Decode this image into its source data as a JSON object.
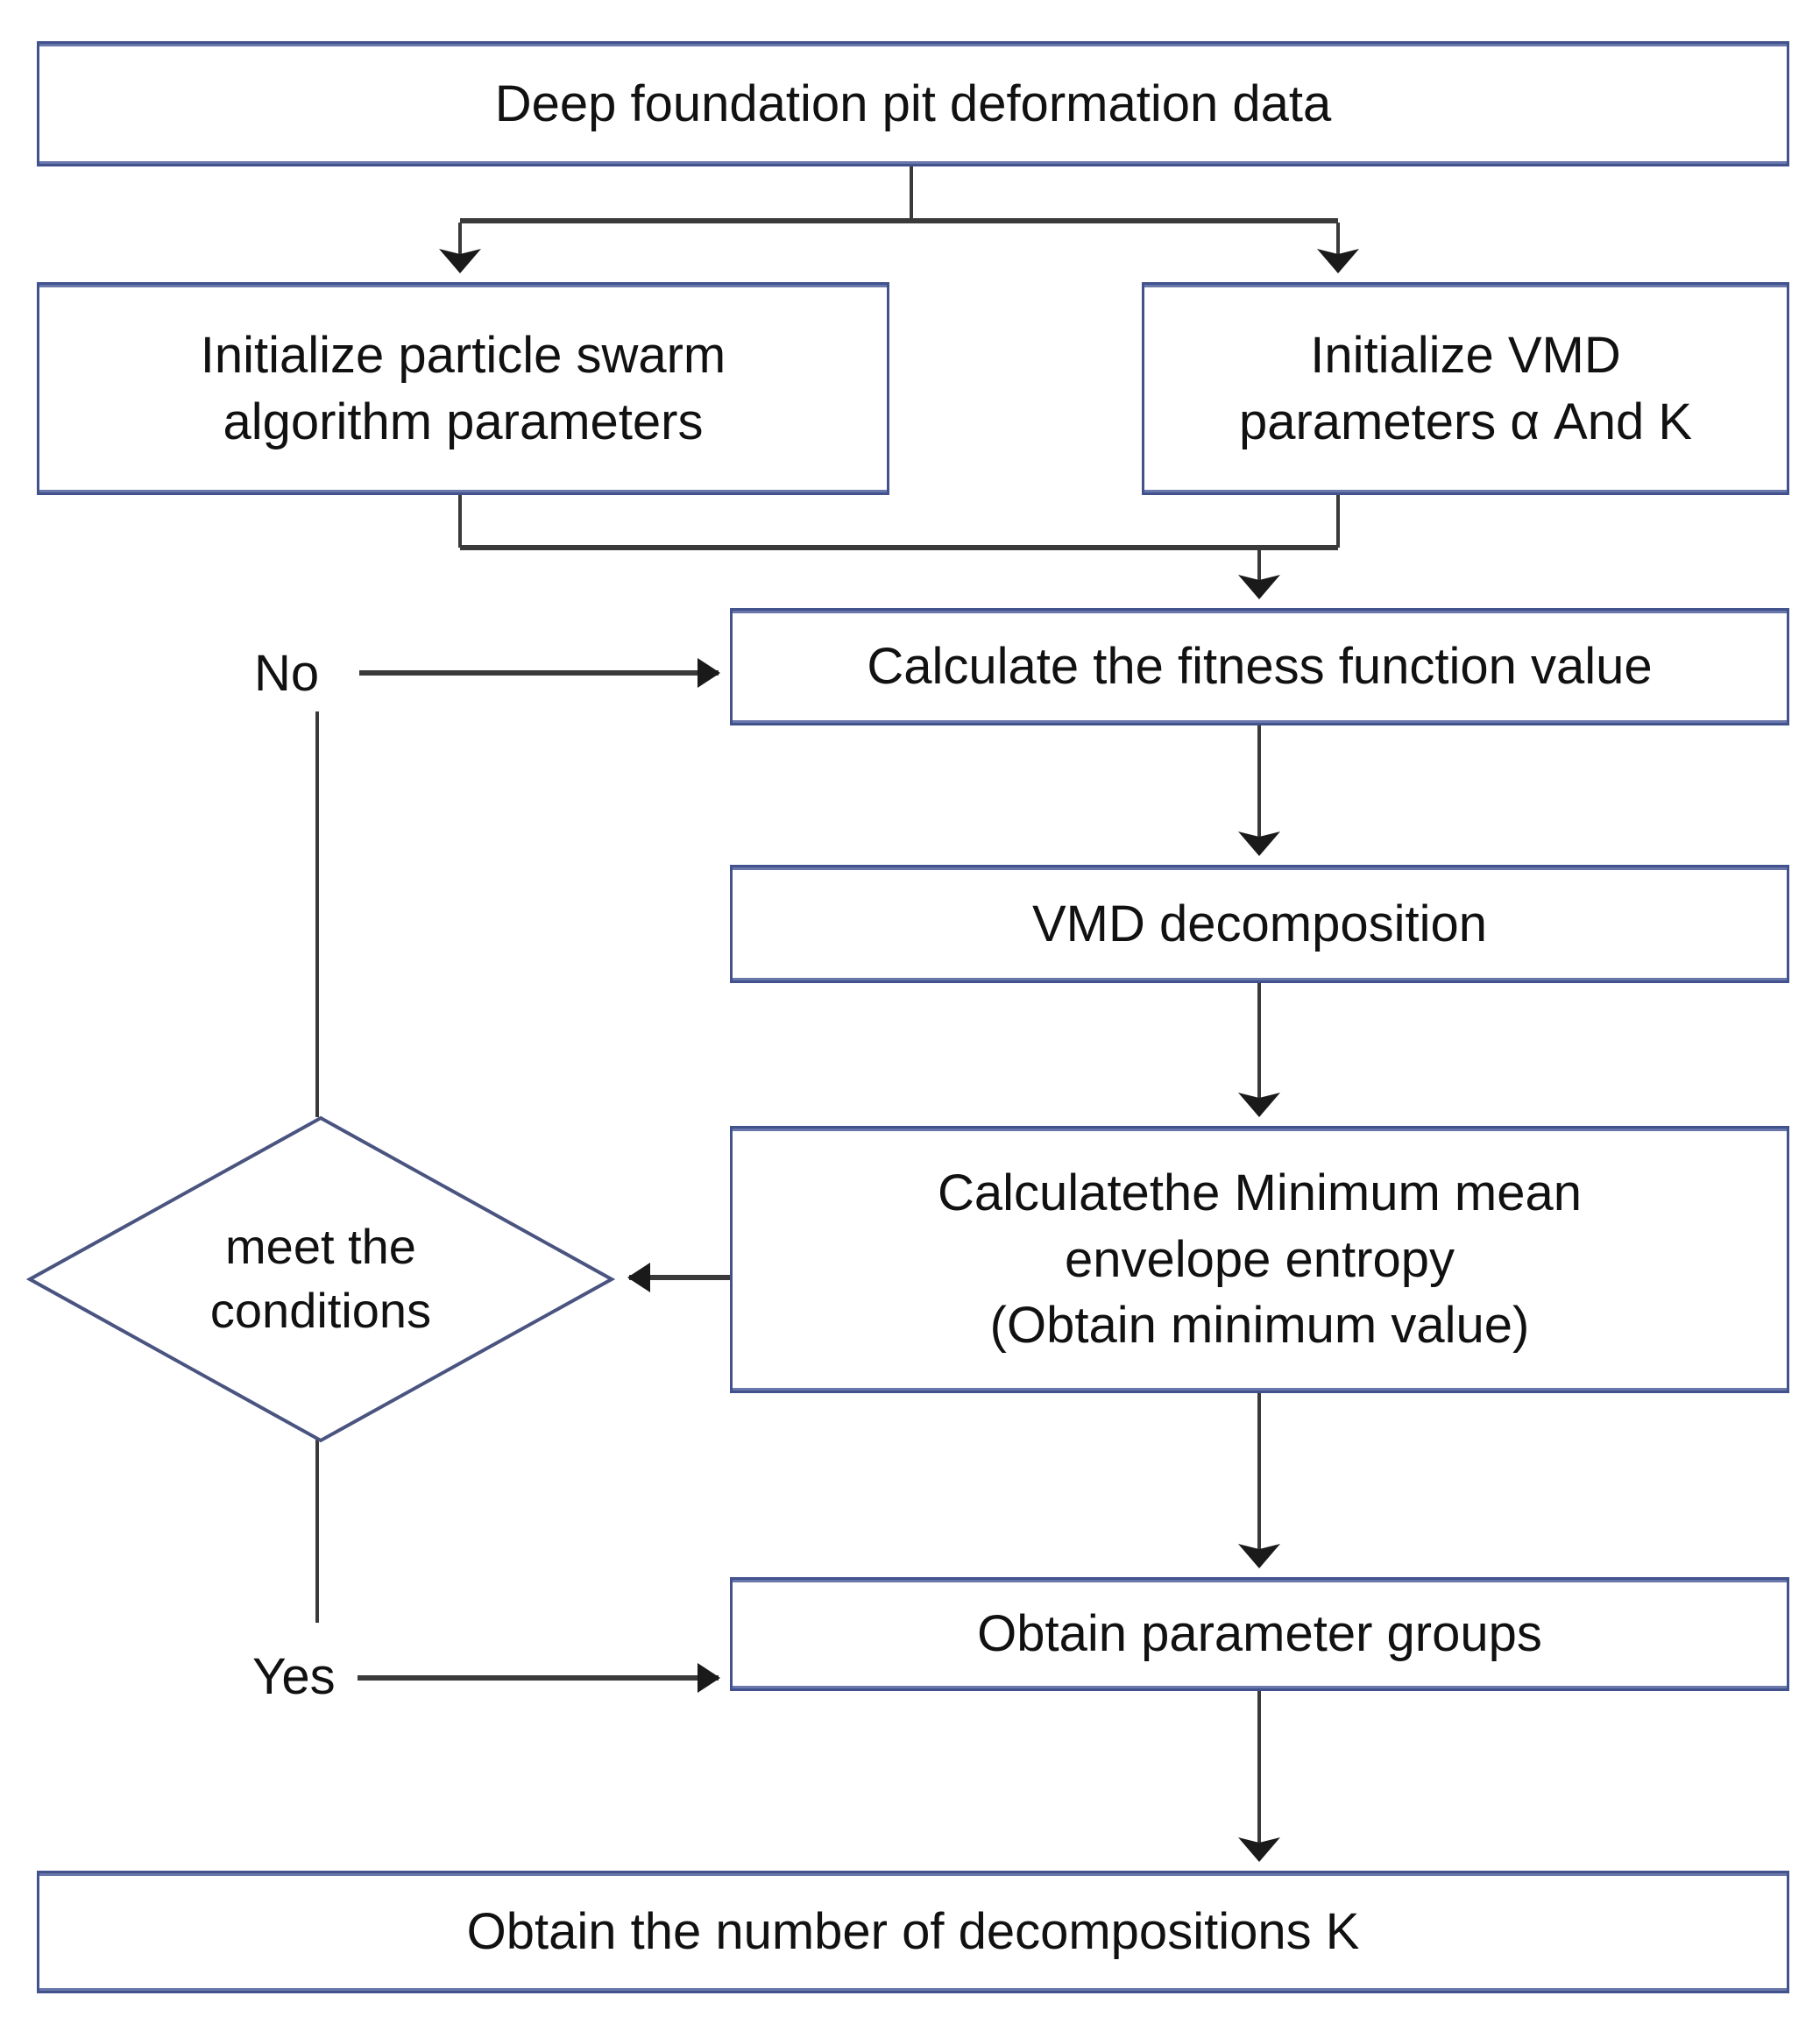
{
  "diagram": {
    "title": "PSO-VMD parameter optimization flowchart",
    "type": "flowchart",
    "colors": {
      "box_border": "#41528c",
      "box_border_inner": "#6a77ab",
      "connector": "#3a3a3a",
      "diamond_border": "#4a5480",
      "text": "#111111",
      "background": "#ffffff"
    },
    "nodes": [
      {
        "id": "n1",
        "shape": "rectangle",
        "label": "Deep foundation pit deformation data",
        "lines": [
          "Deep foundation pit deformation data"
        ]
      },
      {
        "id": "n2",
        "shape": "rectangle",
        "label": "Initialize particle swarm algorithm parameters",
        "lines": [
          "Initialize particle swarm",
          "algorithm parameters"
        ]
      },
      {
        "id": "n3",
        "shape": "rectangle",
        "label": "Initialize VMD parameters α And K",
        "lines": [
          "Initialize VMD",
          "parameters α And K"
        ]
      },
      {
        "id": "n4",
        "shape": "rectangle",
        "label": "Calculate the fitness function value",
        "lines": [
          "Calculate the fitness function value"
        ]
      },
      {
        "id": "n5",
        "shape": "rectangle",
        "label": "VMD decomposition",
        "lines": [
          "VMD decomposition"
        ]
      },
      {
        "id": "n6",
        "shape": "rectangle",
        "label": "Calculatethe Minimum mean envelope entropy (Obtain minimum value)",
        "lines": [
          "Calculatethe Minimum mean",
          "envelope entropy",
          "(Obtain minimum value)"
        ]
      },
      {
        "id": "n7",
        "shape": "diamond",
        "label": "meet the conditions",
        "lines": [
          "meet the",
          "conditions"
        ]
      },
      {
        "id": "n8",
        "shape": "rectangle",
        "label": "Obtain parameter groups",
        "lines": [
          "Obtain parameter groups"
        ]
      },
      {
        "id": "n9",
        "shape": "rectangle",
        "label": "Obtain the number of decompositions K",
        "lines": [
          "Obtain the number of decompositions K"
        ]
      }
    ],
    "edge_labels": {
      "no": "No",
      "yes": "Yes"
    },
    "edges": [
      {
        "from": "n1",
        "to": "n2",
        "label": ""
      },
      {
        "from": "n1",
        "to": "n3",
        "label": ""
      },
      {
        "from": "n2",
        "to": "n4",
        "label": ""
      },
      {
        "from": "n3",
        "to": "n4",
        "label": ""
      },
      {
        "from": "n4",
        "to": "n5",
        "label": ""
      },
      {
        "from": "n5",
        "to": "n6",
        "label": ""
      },
      {
        "from": "n6",
        "to": "n7",
        "label": ""
      },
      {
        "from": "n7",
        "to": "n4",
        "label": "No"
      },
      {
        "from": "n7",
        "to": "n8",
        "label": "Yes"
      },
      {
        "from": "n6",
        "to": "n8",
        "label": ""
      },
      {
        "from": "n8",
        "to": "n9",
        "label": ""
      }
    ]
  }
}
